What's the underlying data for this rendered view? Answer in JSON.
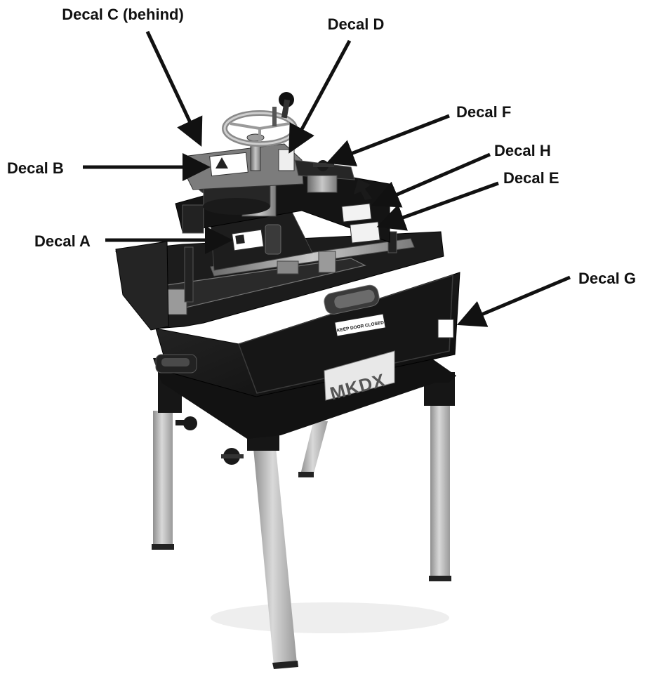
{
  "callouts": [
    {
      "id": "decal-c",
      "text": "Decal C (behind)"
    },
    {
      "id": "decal-d",
      "text": "Decal D"
    },
    {
      "id": "decal-f",
      "text": "Decal F"
    },
    {
      "id": "decal-h",
      "text": "Decal H"
    },
    {
      "id": "decal-e",
      "text": "Decal E"
    },
    {
      "id": "decal-b",
      "text": "Decal B"
    },
    {
      "id": "decal-a",
      "text": "Decal A"
    },
    {
      "id": "decal-g",
      "text": "Decal G"
    }
  ],
  "machine": {
    "brand": "MKDX",
    "door_label": "KEEP DOOR CLOSED"
  },
  "colors": {
    "machine_body": "#121212",
    "leg_metal": "#b8b8b8",
    "arrow": "#111111",
    "decal": "#ffffff",
    "background": "#ffffff"
  }
}
